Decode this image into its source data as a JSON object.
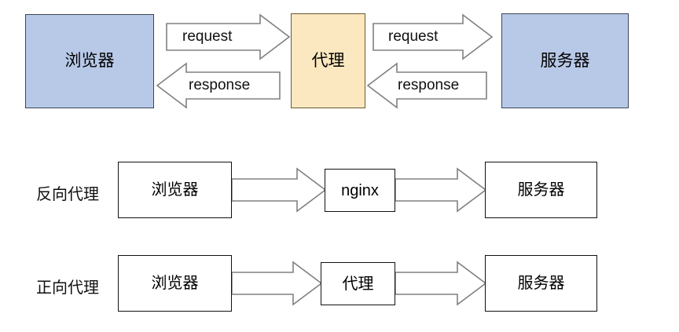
{
  "diagram": {
    "title": "proxy-architecture-diagram",
    "colors": {
      "client_fill": "#b8c9e8",
      "client_stroke": "#3c4858",
      "proxy_fill": "#fbe8c0",
      "proxy_stroke": "#6b5a2a",
      "plain_fill": "#ffffff",
      "plain_stroke": "#111111",
      "arrow_shaft_stroke": "#808080",
      "arrow_head_stroke": "#595959",
      "background": "#ffffff",
      "text": "#111111"
    },
    "rows": [
      {
        "id": "overview",
        "label": "",
        "nodes": [
          {
            "id": "client",
            "label": "浏览器"
          },
          {
            "id": "proxy",
            "label": "代理"
          },
          {
            "id": "server",
            "label": "服务器"
          }
        ],
        "arrows": [
          {
            "id": "client-to-proxy-request",
            "label": "request",
            "direction": "right"
          },
          {
            "id": "proxy-to-client-response",
            "label": "response",
            "direction": "left"
          },
          {
            "id": "proxy-to-server-request",
            "label": "request",
            "direction": "right"
          },
          {
            "id": "server-to-proxy-response",
            "label": "response",
            "direction": "left"
          }
        ]
      },
      {
        "id": "reverse-proxy",
        "label": "反向代理",
        "nodes": [
          {
            "id": "client",
            "label": "浏览器"
          },
          {
            "id": "proxy",
            "label": "nginx"
          },
          {
            "id": "server",
            "label": "服务器"
          }
        ],
        "arrows": [
          {
            "id": "client-to-nginx",
            "label": "",
            "direction": "right"
          },
          {
            "id": "nginx-to-server",
            "label": "",
            "direction": "right"
          }
        ]
      },
      {
        "id": "forward-proxy",
        "label": "正向代理",
        "nodes": [
          {
            "id": "client",
            "label": "浏览器"
          },
          {
            "id": "proxy",
            "label": "代理"
          },
          {
            "id": "server",
            "label": "服务器"
          }
        ],
        "arrows": [
          {
            "id": "client-to-proxy",
            "label": "",
            "direction": "right"
          },
          {
            "id": "proxy-to-server",
            "label": "",
            "direction": "right"
          }
        ]
      }
    ]
  }
}
